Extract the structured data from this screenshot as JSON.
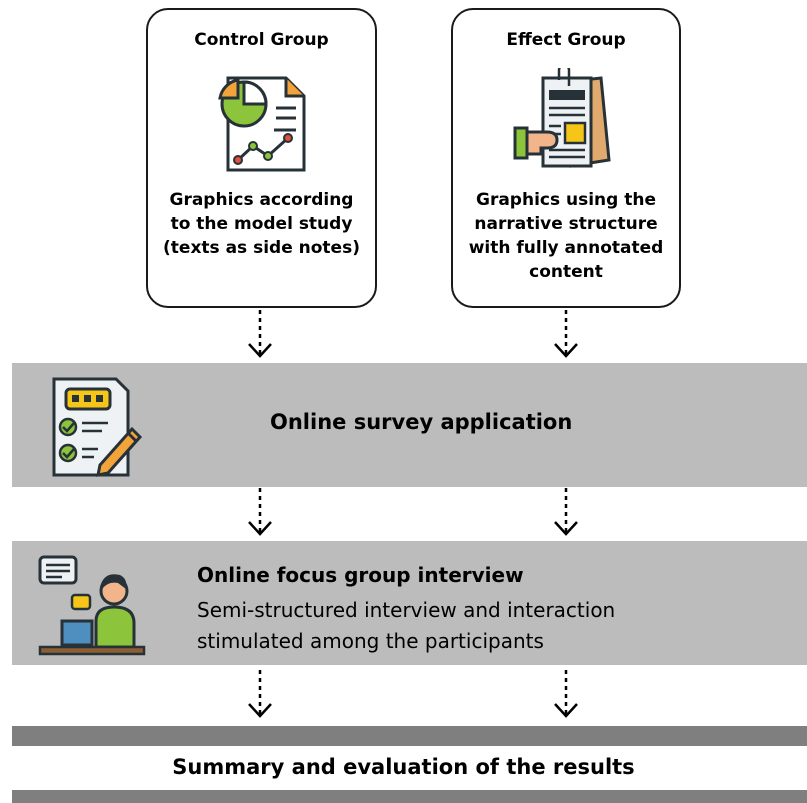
{
  "control_group": {
    "title": "Control Group",
    "description": [
      "Graphics according",
      "to the model study",
      "(texts as side notes)"
    ],
    "icon": "chart-report-icon"
  },
  "effect_group": {
    "title": "Effect Group",
    "description": [
      "Graphics using the",
      "narrative structure",
      "with fully annotated",
      "content"
    ],
    "icon": "newspaper-hand-icon"
  },
  "survey": {
    "label": "Online survey application",
    "icon": "survey-clipboard-icon"
  },
  "focus_group": {
    "title": "Online focus group interview",
    "description": [
      "Semi-structured interview and interaction",
      "stimulated among the participants"
    ],
    "icon": "person-laptop-chat-icon"
  },
  "summary": {
    "label": "Summary and evaluation of the results"
  },
  "colors": {
    "band": "#bcbcbc",
    "summary_band": "#7f7f7f",
    "icon_green": "#8cc43c",
    "icon_orange": "#f2a33a",
    "icon_blue": "#4f8fbf",
    "icon_dark": "#263238"
  }
}
